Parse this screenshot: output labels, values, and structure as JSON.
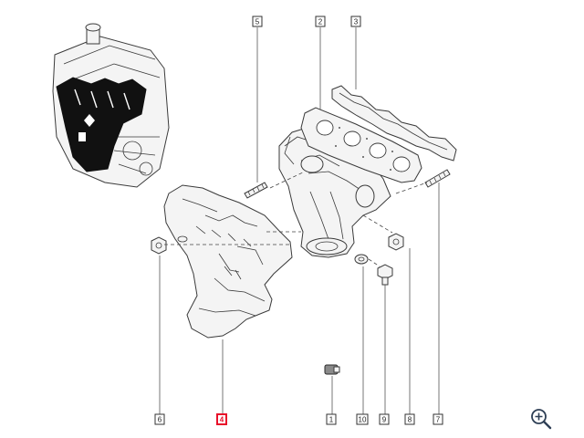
{
  "colors": {
    "selected": "#e8102a",
    "line": "#333333"
  },
  "callouts": [
    {
      "id": "c1",
      "label": "1"
    },
    {
      "id": "c2",
      "label": "2"
    },
    {
      "id": "c3",
      "label": "3"
    },
    {
      "id": "c4",
      "label": "4",
      "selected": true
    },
    {
      "id": "c5",
      "label": "5"
    },
    {
      "id": "c6",
      "label": "6"
    },
    {
      "id": "c7",
      "label": "7"
    },
    {
      "id": "c8",
      "label": "8"
    },
    {
      "id": "c9",
      "label": "9"
    },
    {
      "id": "c10",
      "label": "10"
    }
  ],
  "toolbar": {
    "zoom_icon": "zoom-in-icon"
  }
}
